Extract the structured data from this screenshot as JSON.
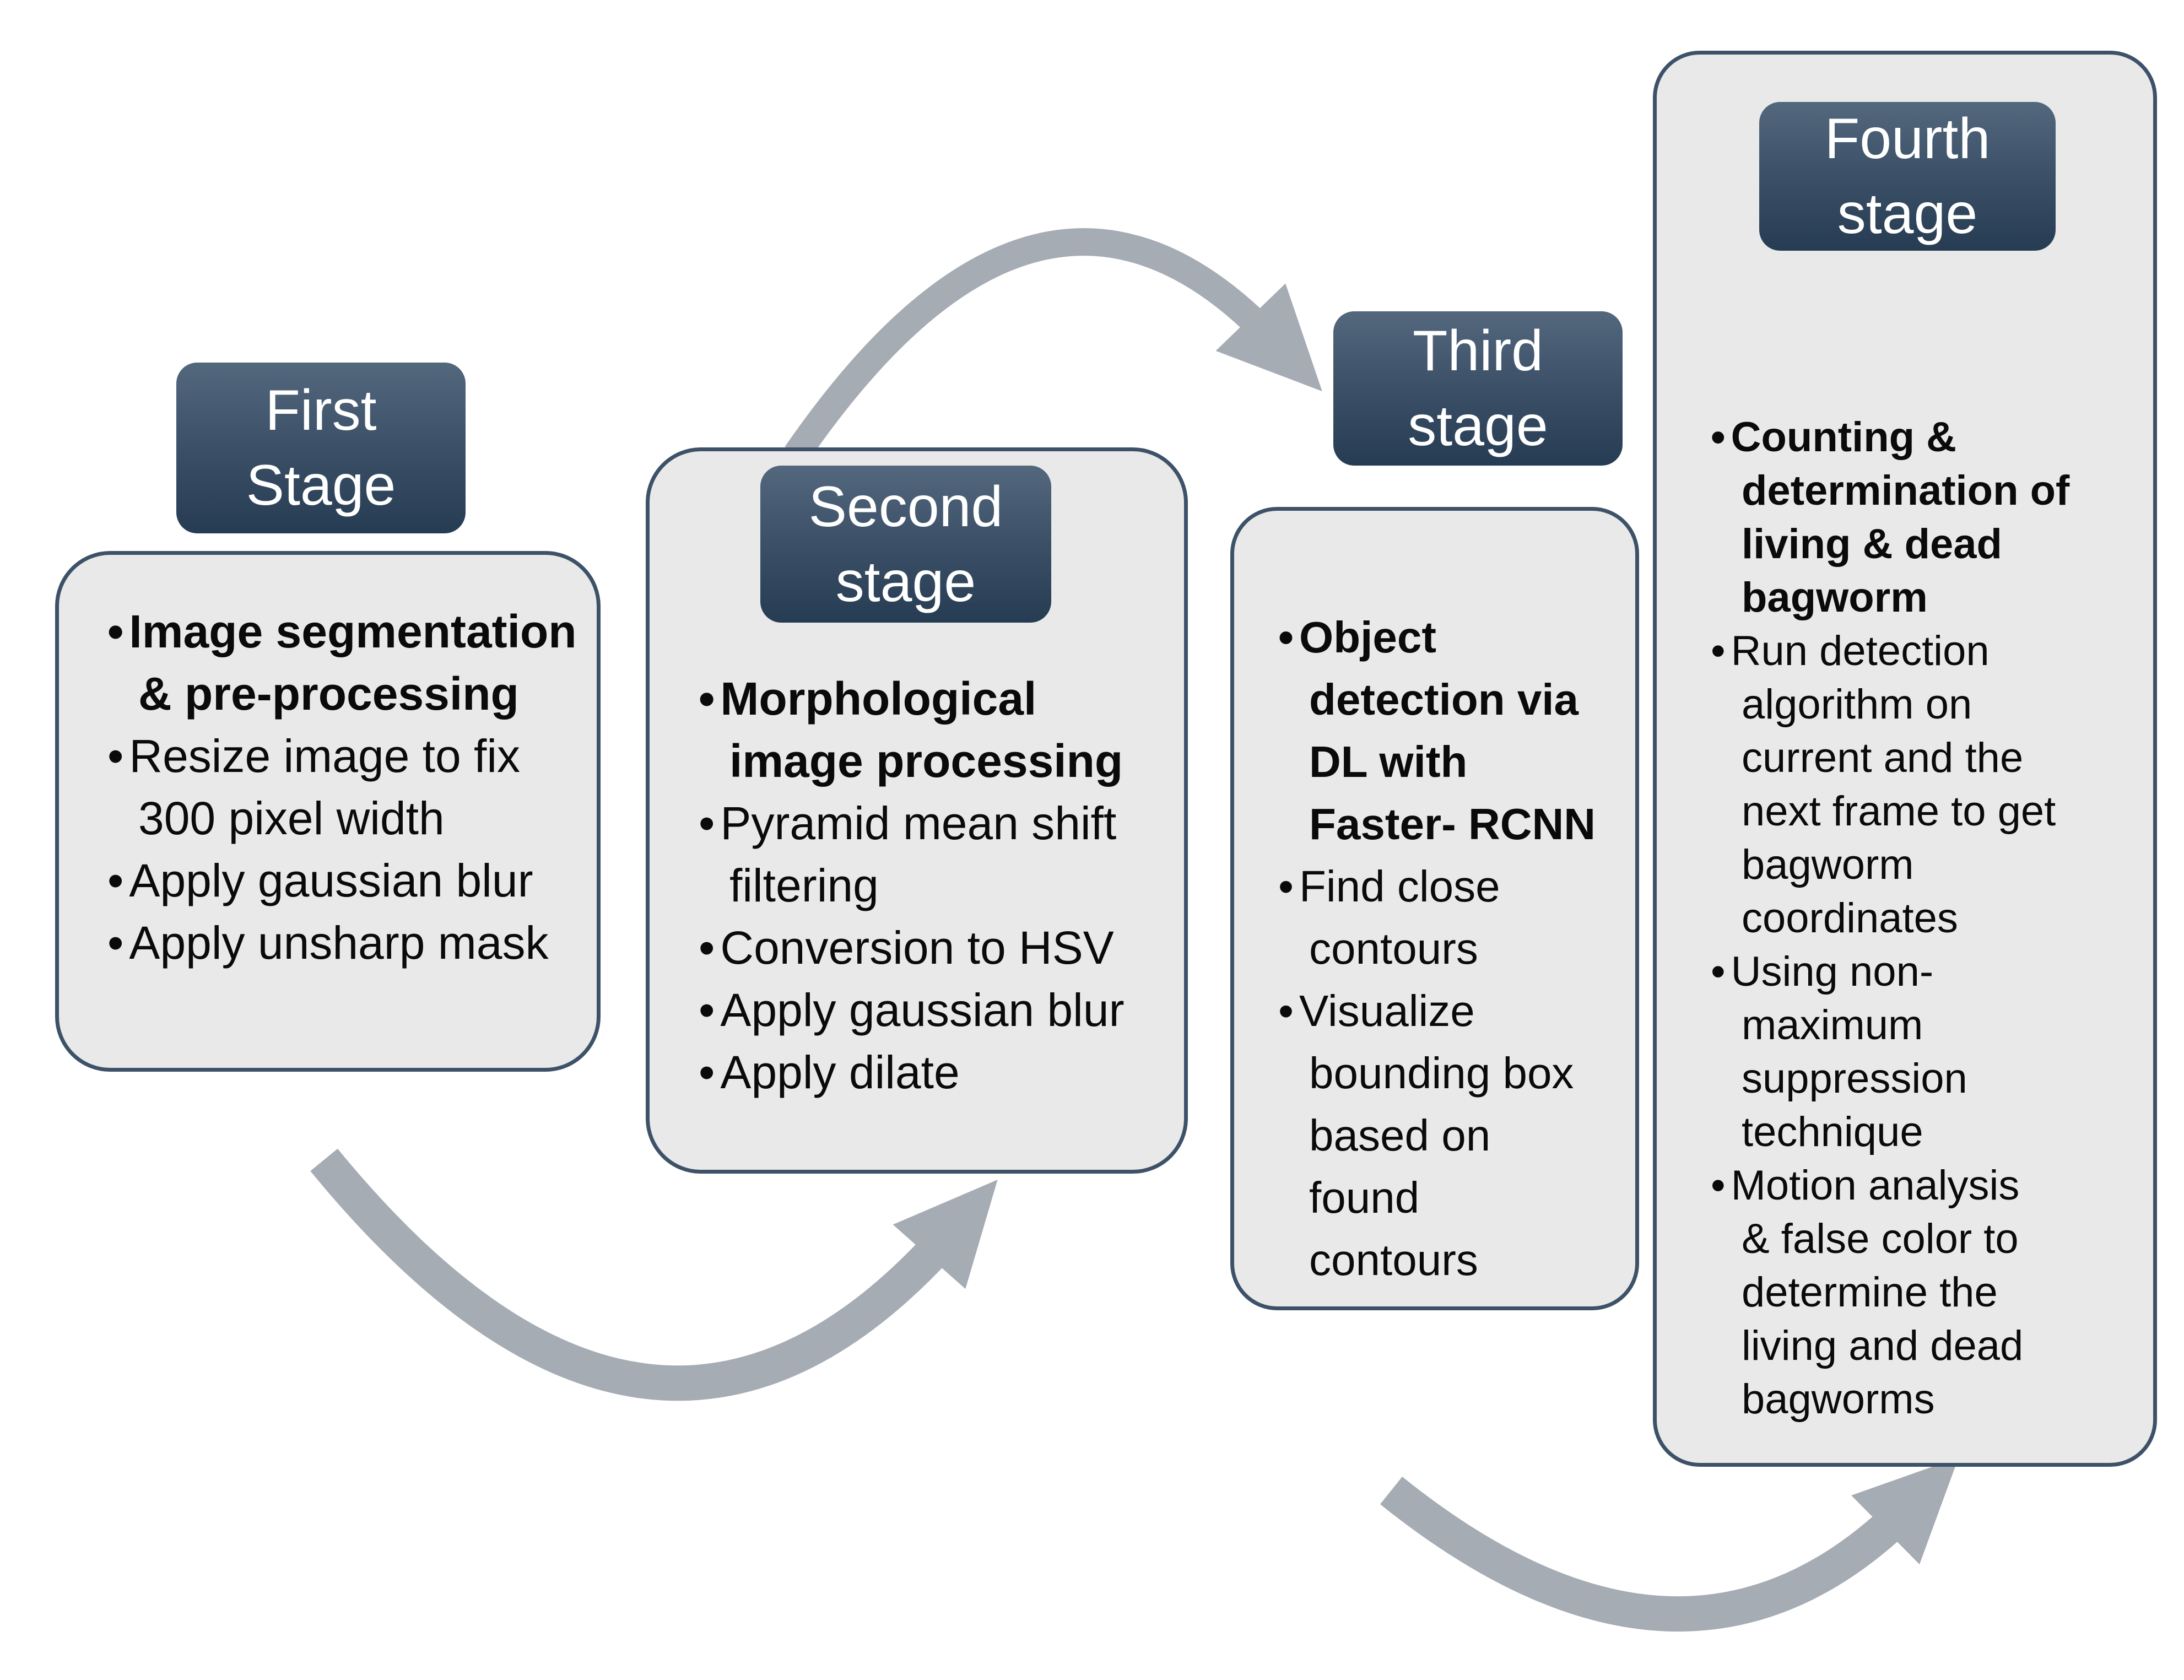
{
  "diagram_type": "process-flow",
  "colors": {
    "page-bg": "#ffffff",
    "box-fill": "#e9e9e9",
    "box-border": "#3d5268",
    "header-grad-top": "#53677d",
    "header-grad-mid": "#3c5168",
    "header-grad-bottom": "#263c53",
    "header-text": "#ffffff",
    "body-text": "#0a0a0a",
    "arrow": "#a6acb4"
  },
  "stages": [
    {
      "id": "first",
      "title": "First\nStage",
      "bullets": [
        {
          "text": "Image segmentation\n& pre-processing",
          "emphasis": "bold"
        },
        {
          "text": "Resize image to fix\n300 pixel width",
          "emphasis": "normal"
        },
        {
          "text": "Apply gaussian blur",
          "emphasis": "normal"
        },
        {
          "text": "Apply unsharp mask",
          "emphasis": "normal"
        }
      ]
    },
    {
      "id": "second",
      "title": "Second\nstage",
      "bullets": [
        {
          "text": "Morphological\nimage processing",
          "emphasis": "bold"
        },
        {
          "text": "Pyramid mean shift\nfiltering",
          "emphasis": "normal"
        },
        {
          "text": "Conversion to HSV",
          "emphasis": "normal"
        },
        {
          "text": "Apply gaussian blur",
          "emphasis": "normal"
        },
        {
          "text": "Apply dilate",
          "emphasis": "normal"
        }
      ]
    },
    {
      "id": "third",
      "title": "Third\nstage",
      "bullets": [
        {
          "text": "Object\ndetection via\nDL with\nFaster- RCNN",
          "emphasis": "bold"
        },
        {
          "text": "Find close\ncontours",
          "emphasis": "normal"
        },
        {
          "text": "Visualize\nbounding box\nbased on\nfound\ncontours",
          "emphasis": "normal"
        }
      ]
    },
    {
      "id": "fourth",
      "title": "Fourth\nstage",
      "bullets": [
        {
          "text": "Counting &\ndetermination of\nliving & dead\nbagworm",
          "emphasis": "bold"
        },
        {
          "text": "Run detection\nalgorithm on\ncurrent and the\nnext frame to get\nbagworm\ncoordinates",
          "emphasis": "normal"
        },
        {
          "text": "Using non-\nmaximum\nsuppression\ntechnique",
          "emphasis": "normal"
        },
        {
          "text": "Motion analysis\n& false color to\ndetermine the\nliving and dead\nbagworms",
          "emphasis": "normal"
        }
      ]
    }
  ],
  "arrows": [
    {
      "name": "second-to-third-arrow",
      "shape": "arc-over",
      "direction": "down-right"
    },
    {
      "name": "first-to-second-arrow",
      "shape": "arc-under",
      "direction": "up-right"
    },
    {
      "name": "third-to-fourth-arrow",
      "shape": "arc-under",
      "direction": "up-right"
    }
  ]
}
